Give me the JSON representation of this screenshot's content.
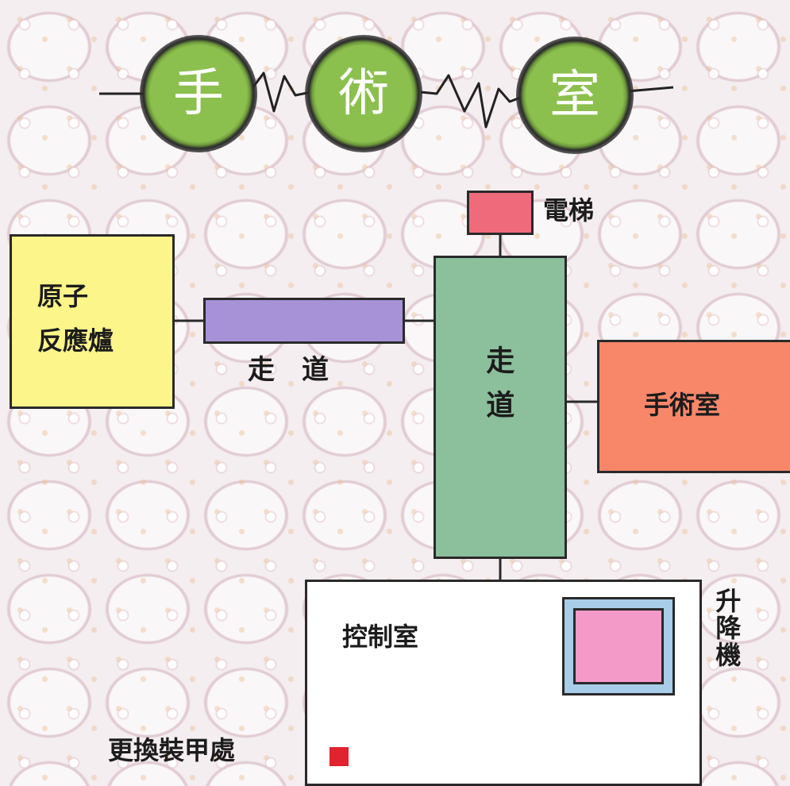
{
  "title": {
    "chars": [
      "手",
      "術",
      "室"
    ],
    "circle_color": "#8cc04e"
  },
  "rooms": {
    "elevator": {
      "label": "電梯",
      "color": "#ef6b7c"
    },
    "reactor": {
      "label_line1": "原子",
      "label_line2": "反應爐",
      "color": "#fbf58a"
    },
    "h_corridor": {
      "label": "走　道",
      "color": "#a792d8"
    },
    "v_corridor": {
      "label": "走道",
      "color": "#8cbf9c"
    },
    "surgery": {
      "label": "手術室",
      "color": "#f8876a"
    },
    "control": {
      "label": "控制室",
      "color": "#ffffff"
    },
    "lift": {
      "label": "升降機",
      "frame_color": "#a7cde9",
      "inner_color": "#f49ac8"
    },
    "armor_change": {
      "label": "更換裝甲處",
      "marker_color": "#e0232e"
    }
  }
}
